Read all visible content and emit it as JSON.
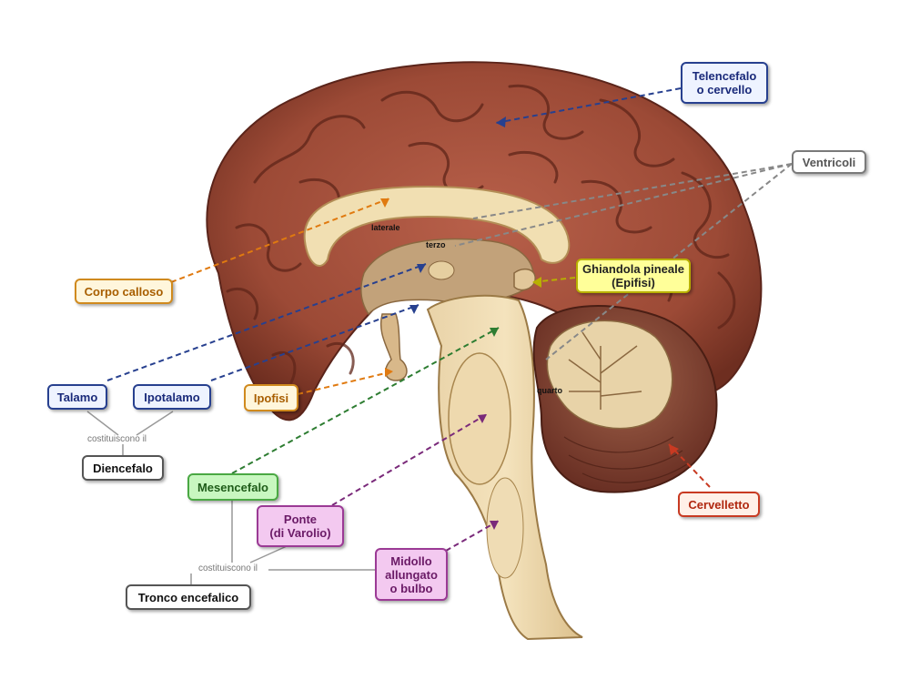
{
  "labels": {
    "telencefalo": "Telencefalo\no cervello",
    "ventricoli": "Ventricoli",
    "corpo_calloso": "Corpo calloso",
    "ghiandola_pineale": "Ghiandola pineale\n(Epifisi)",
    "talamo": "Talamo",
    "ipotalamo": "Ipotalamo",
    "ipofisi": "Ipofisi",
    "diencefalo": "Diencefalo",
    "mesencefalo": "Mesencefalo",
    "ponte": "Ponte\n(di Varolio)",
    "midollo": "Midollo\nallungato\no bulbo",
    "tronco": "Tronco encefalico",
    "cervelletto": "Cervelletto"
  },
  "link_phrases": {
    "diencefalo_link": "costituiscono il",
    "tronco_link": "costituiscono il"
  },
  "ventricle_labels": {
    "laterale": "laterale",
    "terzo": "terzo",
    "quarto": "quarto"
  },
  "colors": {
    "blue": "#27408f",
    "orange": "#e07a10",
    "yellow": "#b8b000",
    "gray": "#888888",
    "green": "#2e7d32",
    "purple": "#7a2a7a",
    "red": "#c83a22"
  }
}
